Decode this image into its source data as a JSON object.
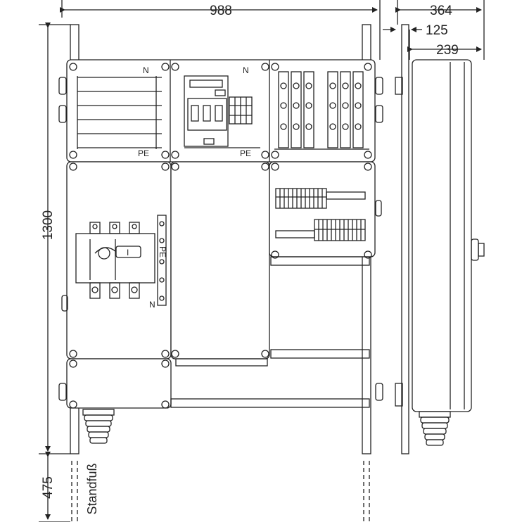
{
  "dimensions": {
    "width": "988",
    "depth_total": "364",
    "depth_mount": "125",
    "depth_box": "239",
    "height": "1300",
    "foot_height": "475"
  },
  "labels": {
    "neutral": "N",
    "protective_earth": "PE",
    "switch_indicator": "I",
    "stand_foot": "Standfuß"
  }
}
